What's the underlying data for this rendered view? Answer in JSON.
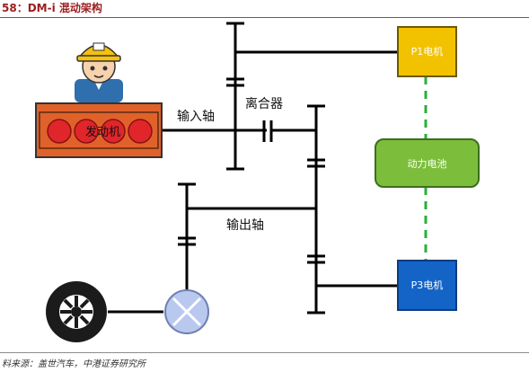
{
  "header": {
    "title": "58：DM-i 混动架构"
  },
  "labels": {
    "engine": "发动机",
    "input_shaft": "输入轴",
    "clutch": "离合器",
    "output_shaft": "输出轴",
    "p1_motor": "P1电机",
    "battery": "动力电池",
    "p3_motor": "P3电机"
  },
  "footer": {
    "source": "料来源：盖世汽车，中港证券研究所"
  },
  "colors": {
    "accent": "#9b1d1d",
    "motor_fill": "#f2c200",
    "battery_fill": "#7cbe3c",
    "p3_fill": "#1464c8",
    "engine_fill": "#e0622a",
    "cylinder": "#e0262b",
    "electric_link": "#27b03a"
  },
  "icons": [
    "worker-helmet-icon",
    "wheel-icon",
    "differential-icon"
  ]
}
